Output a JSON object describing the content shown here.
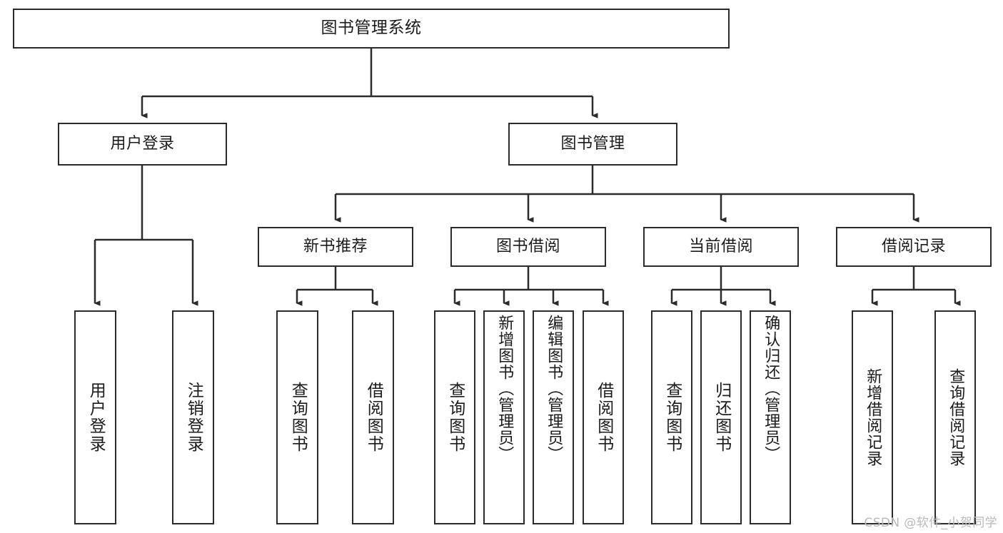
{
  "diagram": {
    "type": "tree-hierarchy",
    "title": "图书管理系统",
    "watermark": "CSDN @软件_小贺同学",
    "colors": {
      "stroke": "#2b2b2b",
      "fill": "#ffffff",
      "text": "#1b1b1b",
      "watermark": "#b9b9b9"
    },
    "nodes": {
      "root": {
        "label": "图书管理系统",
        "orientation": "horizontal"
      },
      "level2": [
        {
          "id": "user-login",
          "label": "用户登录",
          "orientation": "horizontal"
        },
        {
          "id": "book-management",
          "label": "图书管理",
          "orientation": "horizontal"
        }
      ],
      "level3": [
        {
          "id": "new-book-recommend",
          "label": "新书推荐",
          "orientation": "horizontal"
        },
        {
          "id": "book-borrow",
          "label": "图书借阅",
          "orientation": "horizontal"
        },
        {
          "id": "current-borrow",
          "label": "当前借阅",
          "orientation": "horizontal"
        },
        {
          "id": "borrow-record",
          "label": "借阅记录",
          "orientation": "horizontal"
        }
      ],
      "leaves": [
        {
          "id": "leaf-user-login",
          "label": "用户登录",
          "parent": "user-login",
          "orientation": "vertical"
        },
        {
          "id": "leaf-user-logout",
          "label": "注销登录",
          "parent": "user-login",
          "orientation": "vertical"
        },
        {
          "id": "leaf-query-book-1",
          "label": "查询图书",
          "parent": "new-book-recommend",
          "orientation": "vertical"
        },
        {
          "id": "leaf-borrow-book-1",
          "label": "借阅图书",
          "parent": "new-book-recommend",
          "orientation": "vertical"
        },
        {
          "id": "leaf-query-book-2",
          "label": "查询图书",
          "parent": "book-borrow",
          "orientation": "vertical"
        },
        {
          "id": "leaf-add-book",
          "label": "新增图书（管理员）",
          "parent": "book-borrow",
          "orientation": "vertical"
        },
        {
          "id": "leaf-edit-book",
          "label": "编辑图书（管理员）",
          "parent": "book-borrow",
          "orientation": "vertical"
        },
        {
          "id": "leaf-borrow-book-2",
          "label": "借阅图书",
          "parent": "book-borrow",
          "orientation": "vertical"
        },
        {
          "id": "leaf-query-book-3",
          "label": "查询图书",
          "parent": "current-borrow",
          "orientation": "vertical"
        },
        {
          "id": "leaf-return-book",
          "label": "归还图书",
          "parent": "current-borrow",
          "orientation": "vertical"
        },
        {
          "id": "leaf-confirm-return",
          "label": "确认归还（管理员）",
          "parent": "current-borrow",
          "orientation": "vertical"
        },
        {
          "id": "leaf-add-record",
          "label": "新增借阅记录",
          "parent": "borrow-record",
          "orientation": "vertical"
        },
        {
          "id": "leaf-query-record",
          "label": "查询借阅记录",
          "parent": "borrow-record",
          "orientation": "vertical"
        }
      ]
    }
  }
}
